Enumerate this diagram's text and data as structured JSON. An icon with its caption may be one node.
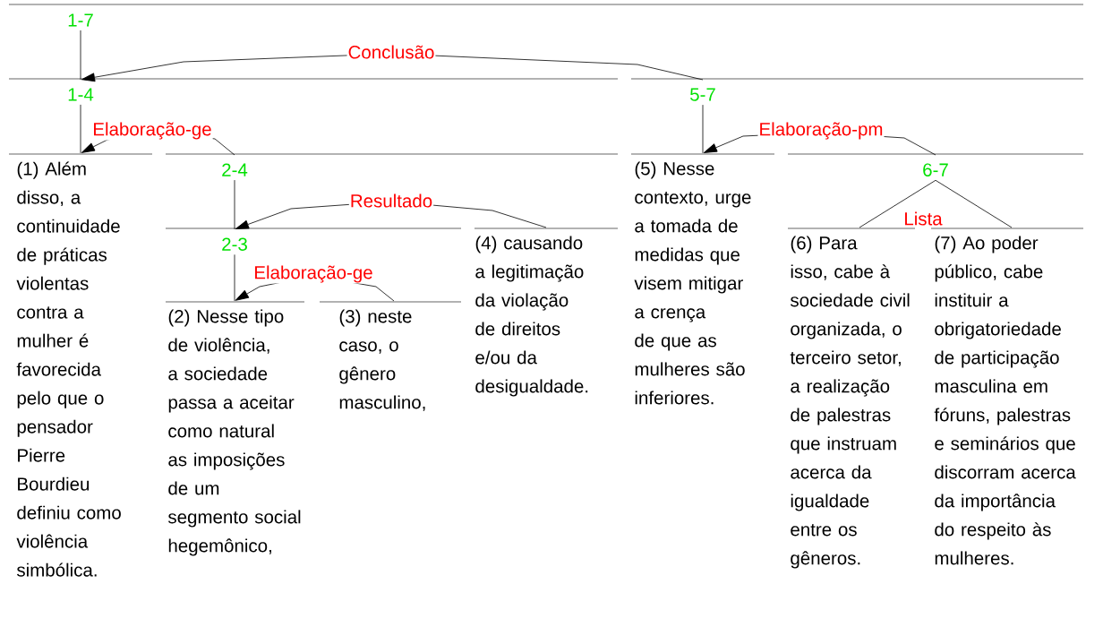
{
  "diagram": {
    "nodes": [
      {
        "text": [
          "1-7"
        ]
      },
      {
        "text": [
          "1-4"
        ]
      },
      {
        "text": [
          "5-7"
        ]
      },
      {
        "text": [
          "(1) Além disso, a continuidade de práticas violentas contra a mulher é favorecida pelo que o pensador Pierre Bourdieu definiu como violência simbólica."
        ]
      },
      {
        "text": [
          "2-4"
        ]
      },
      {
        "text": [
          "(5) Nesse contexto, urge a tomada de medidas que visem mitigar a crença de que as mulheres são inferiores."
        ]
      },
      {
        "text": [
          "6-7"
        ]
      },
      {
        "text": [
          "2-3"
        ]
      },
      {
        "text": [
          "(4) causando a legitimação da violação de direitos e/ou da desigualdade."
        ]
      },
      {
        "text": [
          "(2) Nesse tipo de violência, a sociedade passa a aceitar como natural as imposições de um segmento social hegemônico,"
        ]
      },
      {
        "text": [
          "(3) neste caso, o gênero masculino,"
        ]
      },
      {
        "text": [
          "(6) Para isso, cabe à sociedade civil organizada, o terceiro setor, a realização de palestras que instruam acerca da igualdade entre os gêneros."
        ]
      },
      {
        "text": [
          "(7) Ao poder público, cabe instituir a obrigatoriedade de participação masculina em fóruns, palestras e seminários que discorram acerca da importância do respeito às mulheres."
        ]
      }
    ],
    "edges": [
      {
        "from": 0,
        "to": 1,
        "arrow": "none"
      },
      {
        "from": 2,
        "to": 1,
        "arrow": "to",
        "label": "Conclusão"
      },
      {
        "from": 1,
        "to": 3,
        "arrow": "none"
      },
      {
        "from": 4,
        "to": 3,
        "arrow": "to",
        "label": "Elaboração-ge"
      },
      {
        "from": 2,
        "to": 5,
        "arrow": "none"
      },
      {
        "from": 6,
        "to": 5,
        "arrow": "to",
        "label": "Elaboração-pm"
      },
      {
        "from": 4,
        "to": 7,
        "arrow": "none"
      },
      {
        "from": 8,
        "to": 7,
        "arrow": "to",
        "label": "Resultado"
      },
      {
        "from": 7,
        "to": 9,
        "arrow": "none"
      },
      {
        "from": 10,
        "to": 9,
        "arrow": "to",
        "label": "Elaboração-ge"
      },
      {
        "from": 6,
        "to": 11,
        "arrow": "none"
      },
      {
        "from": 6,
        "to": 12,
        "arrow": "none"
      }
    ],
    "labels": [
      "Lista"
    ]
  }
}
